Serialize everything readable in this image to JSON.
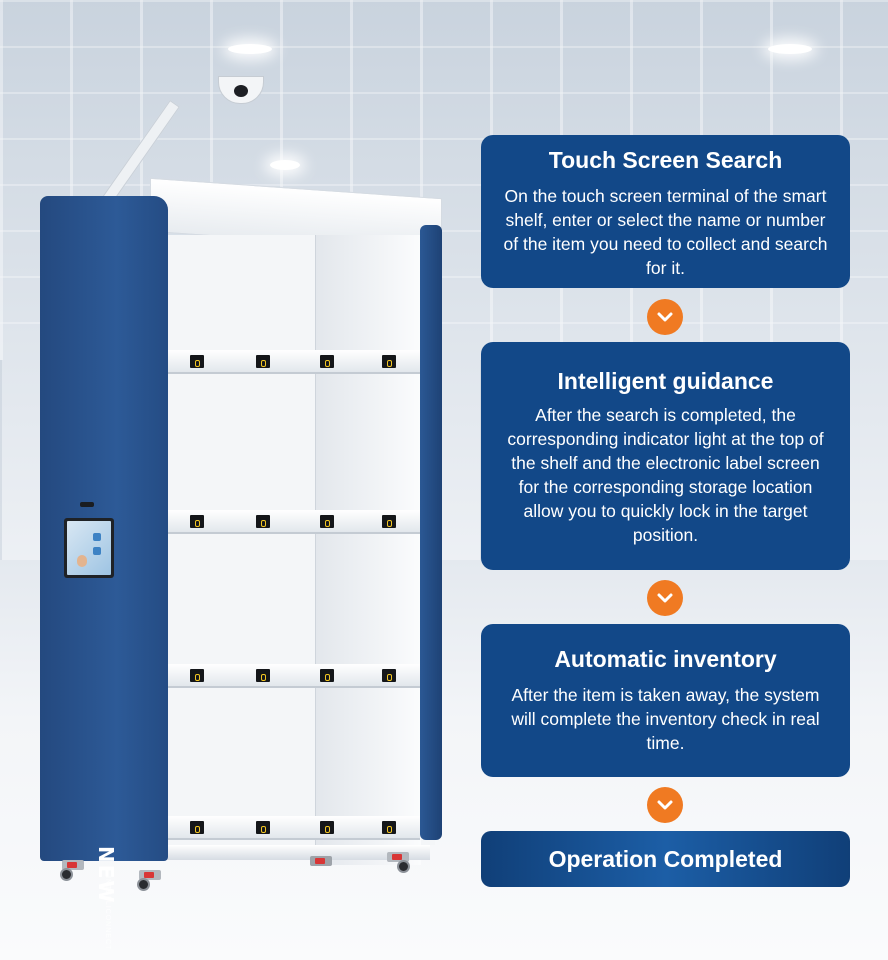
{
  "brand": {
    "logo_text": "NEW",
    "tagline": "INTELLICONNECT"
  },
  "steps": [
    {
      "title": "Touch Screen Search",
      "description": "On the touch screen terminal of the smart shelf, enter or select the name or number of the item you need to collect and search for it."
    },
    {
      "title": "Intelligent guidance",
      "description": "After the search is completed, the corresponding indicator light at the top of the shelf and the electronic label screen for the corresponding storage location allow you to quickly lock in the target position."
    },
    {
      "title": "Automatic inventory",
      "description": "After the item is taken away, the system will complete the inventory check in real time."
    }
  ],
  "final_step": "Operation Completed",
  "icons": {
    "step_arrow": "chevron-down-icon"
  },
  "colors": {
    "card_blue": "#124888",
    "arrow_orange": "#f07a22",
    "shelf_blue": "#2d5a97"
  }
}
